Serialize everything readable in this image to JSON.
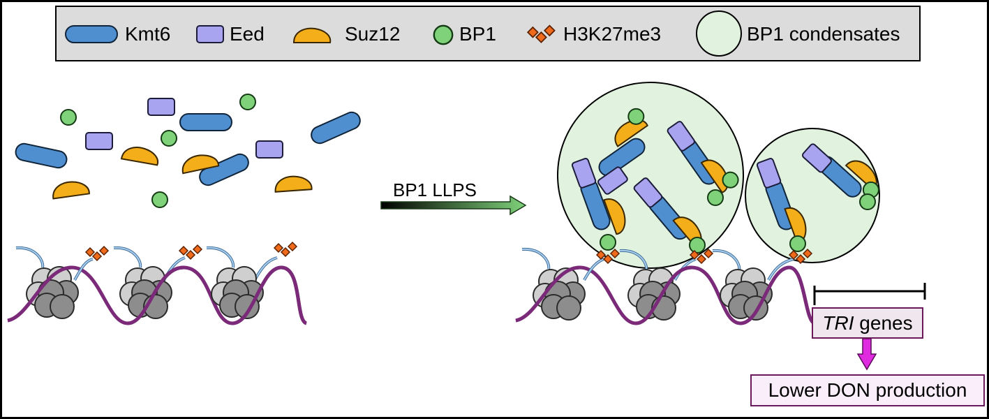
{
  "legend": {
    "items": [
      {
        "key": "kmt6",
        "label": "Kmt6",
        "color": "#4f8fd0"
      },
      {
        "key": "eed",
        "label": "Eed",
        "color": "#a9a4ef"
      },
      {
        "key": "suz12",
        "label": "Suz12",
        "color": "#f4ae1a"
      },
      {
        "key": "bp1",
        "label": "BP1",
        "color": "#7fd27a"
      },
      {
        "key": "h3k27me3",
        "label": "H3K27me3",
        "color": "#f06a1c"
      },
      {
        "key": "condensates",
        "label": "BP1 condensates",
        "color": "#e1f3df"
      }
    ]
  },
  "arrow": {
    "label": "BP1 LLPS"
  },
  "tri_genes": {
    "italic": "TRI",
    "rest": " genes"
  },
  "outcome": {
    "label": "Lower DON production"
  },
  "colors": {
    "dna": "#7a2a78",
    "histone_dark": "#8d8d8d",
    "histone_light": "#cfcfcf",
    "tail": "#6fa6d8",
    "arrow_pink": "#e02ae0",
    "tri_border": "#6a1a5a"
  }
}
